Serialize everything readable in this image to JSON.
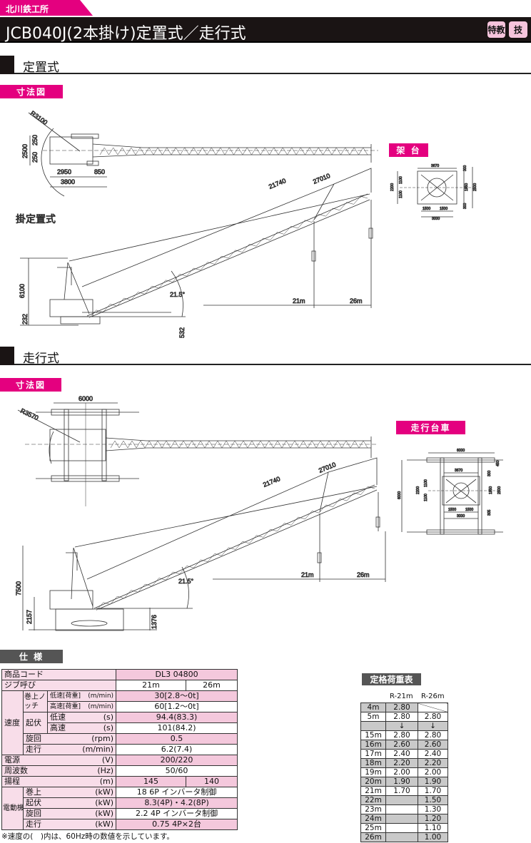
{
  "brand": "北川鉄工所",
  "title": "JCB040J(2本掛け)定置式／走行式",
  "badges": [
    "特教",
    "技"
  ],
  "sections": {
    "fixed": "定置式",
    "travel": "走行式"
  },
  "tags": {
    "dim1": "寸法図",
    "dim2": "寸法図",
    "frame": "架 台",
    "carriage": "走行台車",
    "spec": "仕 様",
    "load": "定格荷重表"
  },
  "diagram1": {
    "mode_label": "掛定置式",
    "r": "R3100",
    "w2500": "2500",
    "w250a": "250",
    "w250b": "250",
    "l2950": "2950",
    "l850": "850",
    "l3800": "3800",
    "d21740": "21740",
    "d27010": "27010",
    "angle": "21.5°",
    "h6100": "6100",
    "h232": "232",
    "h532": "532",
    "r21": "21m",
    "r26": "26m"
  },
  "frame": {
    "a": "3670",
    "b": "2200",
    "c": "1100",
    "d": "1100",
    "e": "1500",
    "f": "1500",
    "g": "3000",
    "h": "1950",
    "i": "2500",
    "j": "300",
    "k": "300"
  },
  "diagram2": {
    "w6000": "6000",
    "r": "R3570",
    "d21740": "21740",
    "d27010": "27010",
    "angle": "21.5°",
    "h7500": "7500",
    "h2157": "2157",
    "h1376": "1376",
    "r21": "21m",
    "r26": "26m"
  },
  "carriage": {
    "a": "6000",
    "b": "6000",
    "c": "3670",
    "d": "2200",
    "e": "1100",
    "f": "1100",
    "g": "1950",
    "h": "2500",
    "i": "1500",
    "j": "1500",
    "k": "3000",
    "l": "300",
    "m": "305",
    "n": "450"
  },
  "spec": {
    "code_label": "商品コード",
    "code": "DL3 04800",
    "jib_label": "ジブ呼び",
    "jib21": "21m",
    "jib26": "26m",
    "speed": "速度",
    "hoist": "巻上ノッチ",
    "hoist_low": "低速[荷重]",
    "hoist_high": "高速[荷重]",
    "unit_mmin": "(m/min)",
    "hoist_low_v": "30[2.8～0t]",
    "hoist_high_v": "60[1.2～0t]",
    "luff": "起伏",
    "luff_low": "低速",
    "luff_high": "高速",
    "unit_s": "(s)",
    "luff_low_v": "94.4(83.3)",
    "luff_high_v": "101(84.2)",
    "slew": "旋回",
    "unit_rpm": "(rpm)",
    "slew_v": "0.5",
    "travel": "走行",
    "travel_v": "6.2(7.4)",
    "power": "電源",
    "unit_v": "(V)",
    "power_v": "200/220",
    "freq": "周波数",
    "unit_hz": "(Hz)",
    "freq_v": "50/60",
    "lift": "揚程",
    "unit_m": "(m)",
    "lift21": "145",
    "lift26": "140",
    "motor": "電動機",
    "unit_kw": "(kW)",
    "m_hoist": "巻上",
    "m_hoist_v": "18 6P インバータ制御",
    "m_luff": "起伏",
    "m_luff_v": "8.3(4P)・4.2(8P)",
    "m_slew": "旋回",
    "m_slew_v": "2.2 4P インバータ制御",
    "m_travel": "走行",
    "m_travel_v": "0.75 4P×2台"
  },
  "note": "※速度の(　)内は、60Hz時の数値を示しています。",
  "load_table": {
    "headers": [
      "R-21m",
      "R-26m"
    ],
    "rows": [
      [
        "4m",
        "2.80",
        ""
      ],
      [
        "5m",
        "2.80",
        "2.80"
      ],
      [
        "",
        "↓",
        "↓"
      ],
      [
        "15m",
        "2.80",
        "2.80"
      ],
      [
        "16m",
        "2.60",
        "2.60"
      ],
      [
        "17m",
        "2.40",
        "2.40"
      ],
      [
        "18m",
        "2.20",
        "2.20"
      ],
      [
        "19m",
        "2.00",
        "2.00"
      ],
      [
        "20m",
        "1.90",
        "1.90"
      ],
      [
        "21m",
        "1.70",
        "1.70"
      ],
      [
        "22m",
        "",
        "1.50"
      ],
      [
        "23m",
        "",
        "1.30"
      ],
      [
        "24m",
        "",
        "1.20"
      ],
      [
        "25m",
        "",
        "1.10"
      ],
      [
        "26m",
        "",
        "1.00"
      ]
    ]
  },
  "colors": {
    "brand": "#e4007f",
    "titlebar": "#1a1414",
    "badge": "#f6c4dc",
    "table_pink": "#f8dde9",
    "load_gray": "#c9c9c9"
  }
}
